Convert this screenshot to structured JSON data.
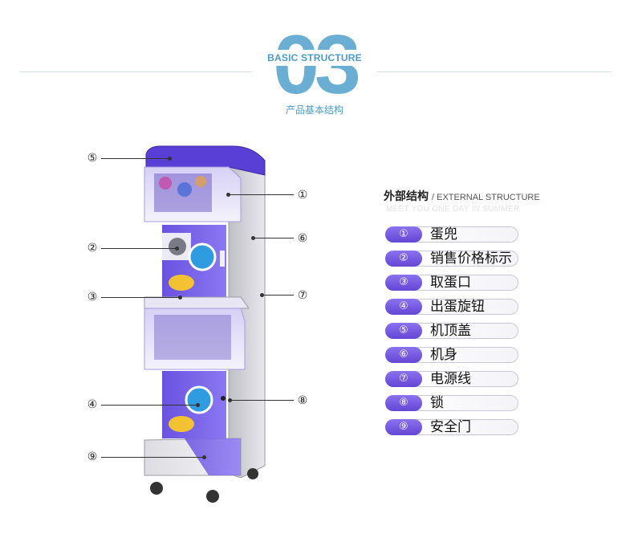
{
  "header": {
    "number": "03",
    "title_en": "BASIC STRUCTURE",
    "title_cn": "产品基本结构",
    "accent_color": "#4a9cc7"
  },
  "legend": {
    "title_cn": "外部结构",
    "title_en": "/ EXTERNAL STRUCTURE",
    "subtitle": "MEET YOU ONE DAY IN SUMMER",
    "badge_color": "#6a4ee0",
    "items": [
      {
        "num": "①",
        "label": "蛋兜"
      },
      {
        "num": "②",
        "label": "销售价格标示"
      },
      {
        "num": "③",
        "label": "取蛋口"
      },
      {
        "num": "④",
        "label": "出蛋旋钮"
      },
      {
        "num": "⑤",
        "label": "机顶盖"
      },
      {
        "num": "⑥",
        "label": "机身"
      },
      {
        "num": "⑦",
        "label": "电源线"
      },
      {
        "num": "⑧",
        "label": "锁"
      },
      {
        "num": "⑨",
        "label": "安全门"
      }
    ]
  },
  "callouts": [
    {
      "num": "⑤"
    },
    {
      "num": "①"
    },
    {
      "num": "②"
    },
    {
      "num": "⑥"
    },
    {
      "num": "③"
    },
    {
      "num": "⑦"
    },
    {
      "num": "④"
    },
    {
      "num": "⑧"
    },
    {
      "num": "⑨"
    }
  ]
}
